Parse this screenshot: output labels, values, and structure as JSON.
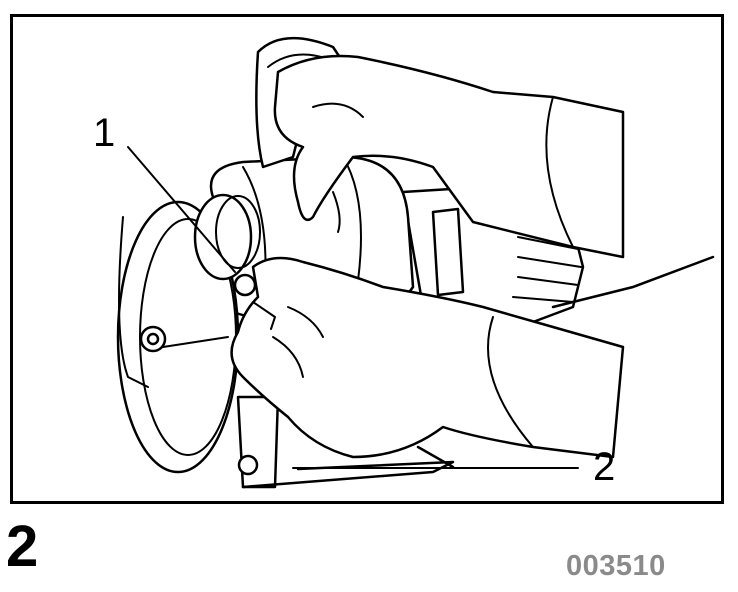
{
  "figure": {
    "callouts": {
      "one": "1",
      "two": "2"
    },
    "figure_number": "2",
    "reference_code": "003510"
  },
  "colors": {
    "line": "#000000",
    "ref_code": "#8a8a8a"
  }
}
